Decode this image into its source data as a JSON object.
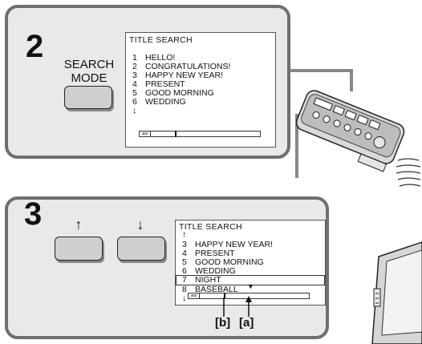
{
  "step2": {
    "number": "2",
    "button_label_line1": "SEARCH",
    "button_label_line2": "MODE",
    "screen": {
      "title": "TITLE SEARCH",
      "items": [
        {
          "num": "1",
          "text": "HELLO!"
        },
        {
          "num": "2",
          "text": "CONGRATULATIONS!"
        },
        {
          "num": "3",
          "text": "HAPPY NEW YEAR!"
        },
        {
          "num": "4",
          "text": "PRESENT"
        },
        {
          "num": "5",
          "text": "GOOD MORNING"
        },
        {
          "num": "6",
          "text": "WEDDING"
        }
      ],
      "down_arrow": "↓",
      "tape_icon": "⌀⌀"
    }
  },
  "step3": {
    "number": "3",
    "up_label": "↑",
    "down_label": "↓",
    "screen": {
      "title": "TITLE SEARCH",
      "up_arrow": "↑",
      "items": [
        {
          "num": "3",
          "text": "HAPPY NEW YEAR!"
        },
        {
          "num": "4",
          "text": "PRESENT"
        },
        {
          "num": "5",
          "text": "GOOD MORNING"
        },
        {
          "num": "6",
          "text": "WEDDING"
        },
        {
          "num": "7",
          "text": "NIGHT",
          "selected": true
        },
        {
          "num": "8",
          "text": "BASEBALL"
        }
      ],
      "down_arrow": "↓",
      "tape_icon": "⌀⌀",
      "pointer_top": "▼"
    },
    "label_b": "[b]",
    "label_a": "[a]"
  },
  "colors": {
    "panel_bg": "#e9e9e9",
    "panel_border": "#6f6f6f",
    "button_fill": "#cfcfcf"
  }
}
